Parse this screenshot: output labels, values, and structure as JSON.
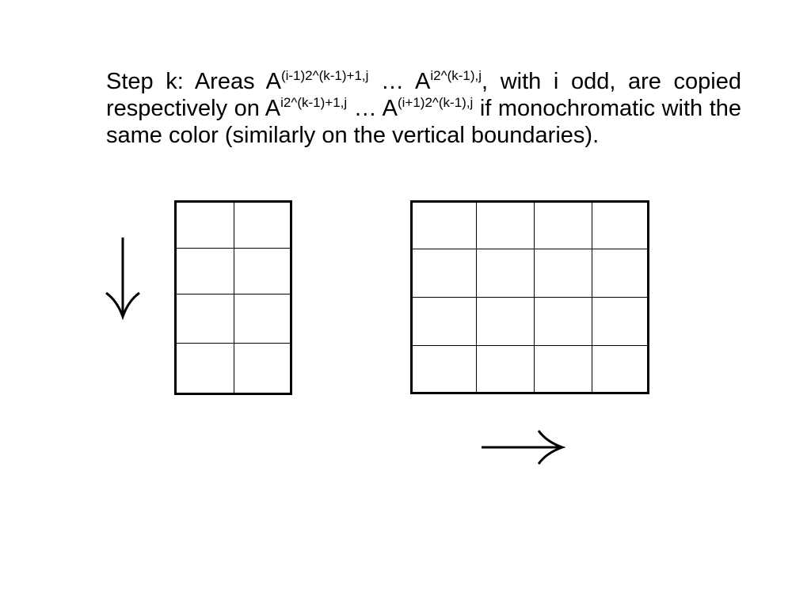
{
  "paragraph": {
    "part1": "Step k: Areas A",
    "sup1": "(i-1)2^(k-1)+1,j",
    "part2": " … A",
    "sup2": "i2^(k-1),j",
    "part3": ", with i odd, are copied respectively on A",
    "sup3": "i2^(k-1)+1,j",
    "part4": " … A",
    "sup4": "(i+1)2^(k-1),j",
    "part5": " if monochromatic with the same color (similarly on the vertical boundaries)."
  },
  "grids": {
    "left": {
      "rows": 4,
      "cols": 2
    },
    "right": {
      "rows": 4,
      "cols": 4
    }
  },
  "arrows": {
    "down": "down-arrow-icon",
    "right": "right-arrow-icon"
  },
  "colors": {
    "background": "#ffffff",
    "foreground": "#000000"
  }
}
